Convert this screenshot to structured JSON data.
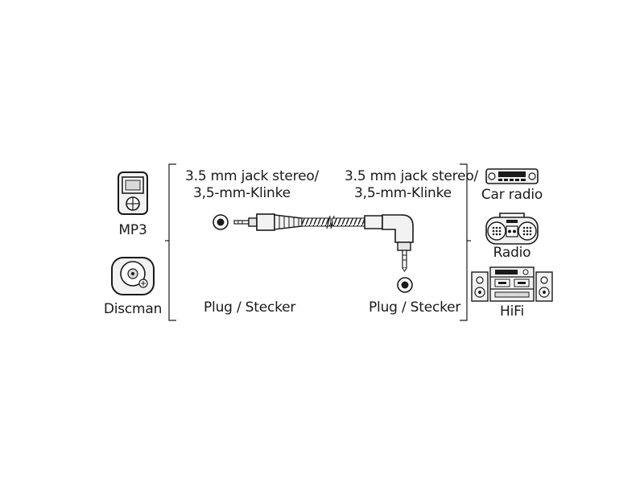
{
  "left_devices": [
    {
      "label": "MP3",
      "icon": "mp3-player-icon"
    },
    {
      "label": "Discman",
      "icon": "discman-icon"
    }
  ],
  "connectors": [
    {
      "spec_line1": "3.5 mm jack stereo/",
      "spec_line2": "3,5-mm-Klinke",
      "type_label": "Plug / Stecker",
      "form": "straight"
    },
    {
      "spec_line1": "3.5 mm jack stereo/",
      "spec_line2": "3,5-mm-Klinke",
      "type_label": "Plug / Stecker",
      "form": "angled"
    }
  ],
  "right_devices": [
    {
      "label": "Car radio",
      "icon": "car-radio-icon"
    },
    {
      "label": "Radio",
      "icon": "boombox-radio-icon"
    },
    {
      "label": "HiFi",
      "icon": "hifi-system-icon"
    }
  ],
  "colors": {
    "line": "#1a1a1a",
    "icon_fill": "#f2f2f2"
  }
}
